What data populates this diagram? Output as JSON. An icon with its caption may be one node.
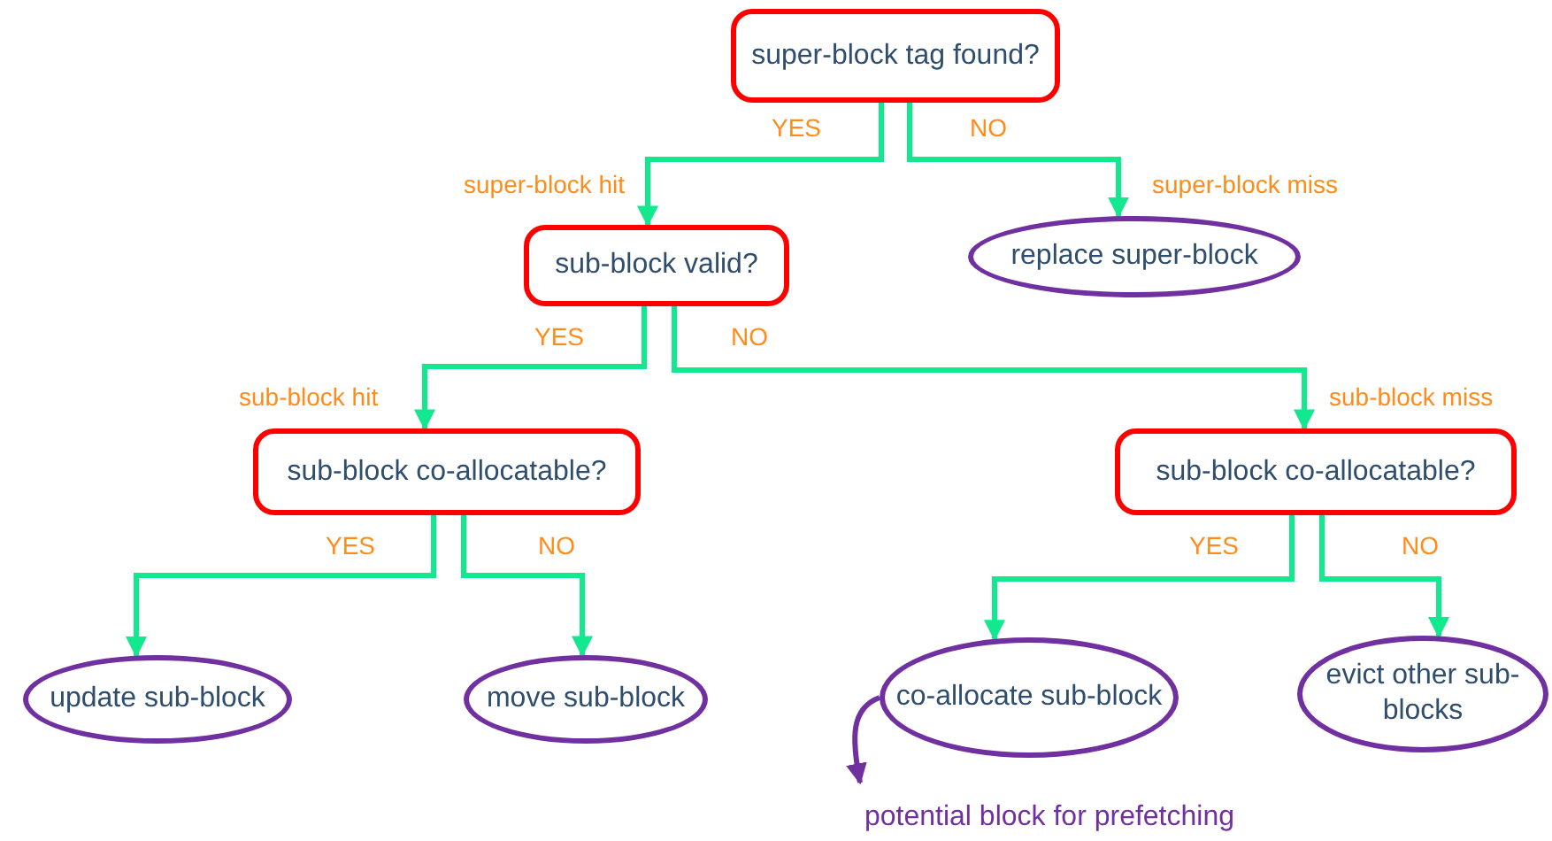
{
  "diagram": {
    "nodes": [
      {
        "text": [
          "super-block tag found?"
        ]
      },
      {
        "text": [
          "sub-block valid?"
        ],
        "beside": [
          "super-block hit"
        ]
      },
      {
        "text": [
          "replace super-block"
        ],
        "beside": [
          "super-block miss"
        ]
      },
      {
        "text": [
          "sub-block co-allocatable?"
        ],
        "beside": [
          "sub-block hit"
        ]
      },
      {
        "text": [
          "sub-block co-allocatable?"
        ],
        "beside": [
          "sub-block miss"
        ]
      },
      {
        "text": [
          "update sub-block"
        ]
      },
      {
        "text": [
          "move sub-block"
        ]
      },
      {
        "text": [
          "co-allocate sub-block"
        ]
      },
      {
        "text": [
          "evict other sub-blocks"
        ]
      },
      {
        "text": [
          "potential block for prefetching"
        ]
      }
    ],
    "edges": [
      {
        "from": 0,
        "to": 1,
        "arrow": "to",
        "label": "YES"
      },
      {
        "from": 0,
        "to": 2,
        "arrow": "to",
        "label": "NO"
      },
      {
        "from": 1,
        "to": 3,
        "arrow": "to",
        "label": "YES"
      },
      {
        "from": 1,
        "to": 4,
        "arrow": "to",
        "label": "NO"
      },
      {
        "from": 3,
        "to": 5,
        "arrow": "to",
        "label": "YES"
      },
      {
        "from": 3,
        "to": 6,
        "arrow": "to",
        "label": "NO"
      },
      {
        "from": 4,
        "to": 7,
        "arrow": "to",
        "label": "YES"
      },
      {
        "from": 4,
        "to": 8,
        "arrow": "to",
        "label": "NO"
      },
      {
        "from": 7,
        "to": 9,
        "arrow": "to",
        "color": "#7030a0"
      }
    ]
  }
}
